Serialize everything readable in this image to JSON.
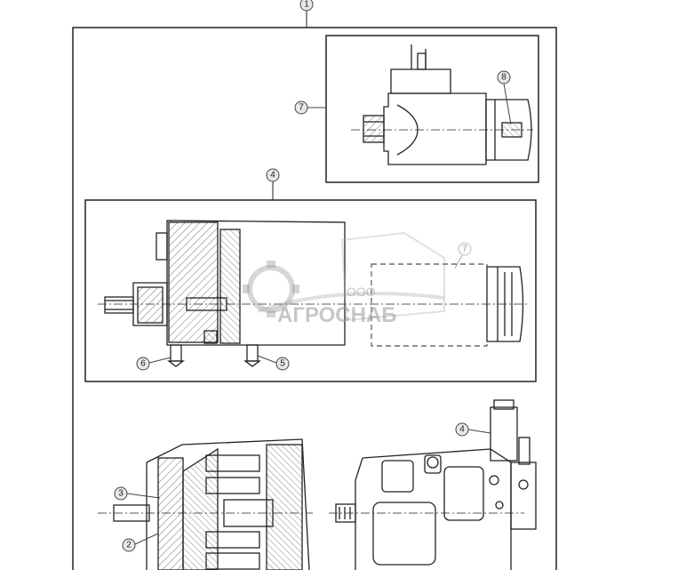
{
  "callouts": {
    "c1": "1",
    "c7_top": "7",
    "c8": "8",
    "c4_mid": "4",
    "c7_mid": "7",
    "c6": "6",
    "c5": "5",
    "c4_bottom": "4",
    "c3": "3",
    "c2": "2"
  },
  "watermark": {
    "line1": "ООО",
    "line2": "АГРОСНАБ"
  }
}
